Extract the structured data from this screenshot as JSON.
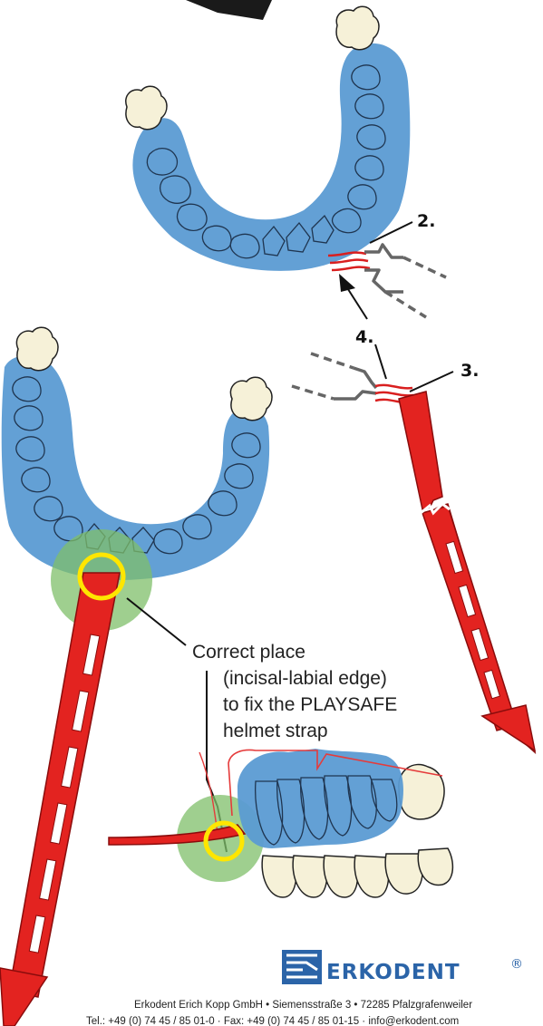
{
  "steps": {
    "step2": "2.",
    "step3": "3.",
    "step4": "4."
  },
  "callout": {
    "line1": "Correct place",
    "line2": "(incisal-labial edge)",
    "line3": "to fix the PLAYSAFE",
    "line4": "helmet strap"
  },
  "logo": {
    "name": "ERKODENT",
    "registered": "®"
  },
  "footer": {
    "line1": "Erkodent Erich Kopp GmbH • Siemensstraße 3 • 72285 Pfalzgrafenweiler",
    "line2": "Tel.: +49 (0) 74 45 / 85 01-0 · Fax: +49 (0) 74 45 / 85 01-15 · info@erkodent.com"
  },
  "colors": {
    "tray": "#5b9bd3",
    "strap": "#e32320",
    "highlight_ring": "#ffe600",
    "highlight_zone": "#7fbf6a",
    "brand": "#2b64a8"
  }
}
